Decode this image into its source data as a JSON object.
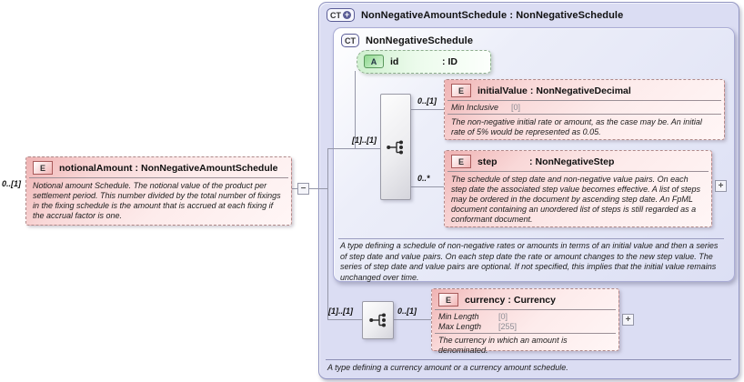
{
  "diagram": {
    "colon": ":",
    "icons": {
      "collapse": "−",
      "expand": "+"
    },
    "notional_element": {
      "badge": "E",
      "name": "notionalAmount",
      "type": "NonNegativeAmountSchedule",
      "cardinality": "0..[1]",
      "annotation": "Notional amount Schedule. The notional value of the product per settlement period. This number divided by the total number of fixings in the fixing schedule is the amount that is accrued at each fixing if the accrual factor is one."
    },
    "outer_panel": {
      "badge": "CT",
      "title": "NonNegativeAmountSchedule : NonNegativeSchedule",
      "annotation": "A type defining a currency amount or a currency amount schedule."
    },
    "inner_panel": {
      "badge": "CT",
      "title": "NonNegativeSchedule",
      "annotation": "A type defining a schedule of non-negative rates or amounts in terms of an initial value and then a series of step date and value pairs. On each step date the rate or amount changes to the new step value. The series of step date and value pairs are optional. If not specified, this implies that the initial value remains unchanged over time."
    },
    "id_attribute": {
      "badge": "A",
      "name": "id",
      "type": "ID"
    },
    "sequence1": {
      "cardinality": "[1]..[1]"
    },
    "sequence2": {
      "cardinality": "[1]..[1]"
    },
    "initial_value": {
      "badge": "E",
      "name": "initialValue",
      "type": "NonNegativeDecimal",
      "cardinality": "0..[1]",
      "facets": [
        {
          "name": "Min Inclusive",
          "value": "[0]"
        }
      ],
      "annotation": "The non-negative initial rate or amount, as the case may be. An initial rate of 5% would be represented as 0.05."
    },
    "step": {
      "badge": "E",
      "name": "step",
      "type": "NonNegativeStep",
      "cardinality": "0..*",
      "annotation": "The schedule of step date and non-negative value pairs. On each step date the associated step value becomes effective. A list of steps may be ordered in the document by ascending step date. An FpML document containing an unordered list of steps is still regarded as a conformant document."
    },
    "currency": {
      "badge": "E",
      "name": "currency",
      "type": "Currency",
      "cardinality": "0..[1]",
      "facets": [
        {
          "name": "Min Length",
          "value": "[0]"
        },
        {
          "name": "Max Length",
          "value": "[255]"
        }
      ],
      "annotation": "The currency in which an amount is denominated."
    },
    "colors": {
      "panel_bg": "#dbddf3",
      "element_pink": "#efb3b3",
      "attribute_green": "#8ed88e",
      "connector": "#9597a8"
    }
  }
}
